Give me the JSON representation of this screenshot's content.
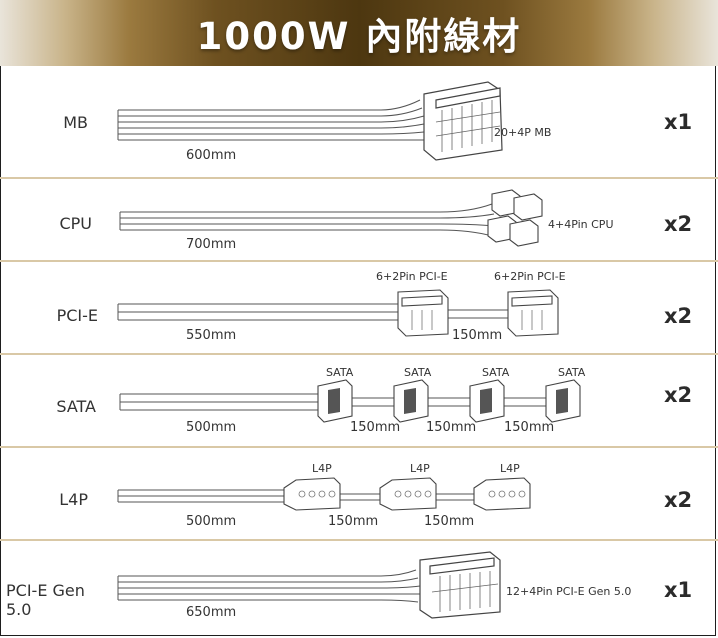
{
  "banner": {
    "title": "1000W 內附線材"
  },
  "rows": {
    "mb": {
      "label": "MB",
      "length": "600mm",
      "connector": "20+4P MB",
      "qty": "x1"
    },
    "cpu": {
      "label": "CPU",
      "length": "700mm",
      "connector": "4+4Pin CPU",
      "qty": "x2"
    },
    "pcie": {
      "label": "PCI-E",
      "length": "550mm",
      "connectors": [
        "6+2Pin PCI-E",
        "6+2Pin PCI-E"
      ],
      "segments": [
        "150mm"
      ],
      "qty": "x2"
    },
    "sata": {
      "label": "SATA",
      "length": "500mm",
      "connectors": [
        "SATA",
        "SATA",
        "SATA",
        "SATA"
      ],
      "segments": [
        "150mm",
        "150mm",
        "150mm"
      ],
      "qty": "x2"
    },
    "l4p": {
      "label": "L4P",
      "length": "500mm",
      "connectors": [
        "L4P",
        "L4P",
        "L4P"
      ],
      "segments": [
        "150mm",
        "150mm"
      ],
      "qty": "x2"
    },
    "gen5": {
      "label": "PCI-E Gen 5.0",
      "length": "650mm",
      "connector": "12+4Pin PCI-E Gen 5.0",
      "qty": "x1"
    }
  },
  "colors": {
    "separator": "#d9c8a6",
    "banner_dark": "#4d3710",
    "banner_light": "#c9b48a"
  }
}
